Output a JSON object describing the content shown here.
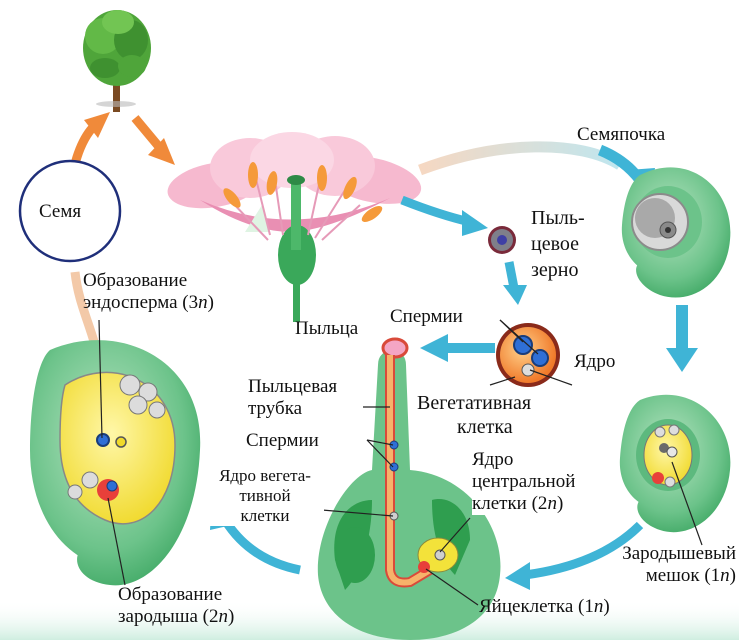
{
  "labels": {
    "seed": "Семя",
    "ovule": "Семяпочка",
    "pollen_grain": [
      "Пыль-",
      "цевое",
      "зерно"
    ],
    "pollen": "Пыльца",
    "sperm_top": "Спермии",
    "nucleus": "Ядро",
    "vegetative_cell": [
      "Вегетативная",
      "клетка"
    ],
    "endosperm": [
      "Образование",
      "эндосперма (3",
      "n",
      ")"
    ],
    "pollen_tube": [
      "Пыльцевая",
      "трубка"
    ],
    "sperm_tube": "Спермии",
    "veg_nucleus": [
      "Ядро вегета-",
      "тивной",
      "клетки"
    ],
    "central_nucleus": [
      "Ядро",
      "центральной",
      "клетки  (2",
      "n",
      ")"
    ],
    "embryo_sac": [
      "Зародышевый",
      "мешок (1",
      "n",
      ")"
    ],
    "embryo": [
      "Образование",
      "зародыша (2",
      "n",
      ")"
    ],
    "egg_cell": [
      "Яйцеклетка (1",
      "n",
      ")"
    ]
  },
  "colors": {
    "arrow_cyan": "#3fb4d6",
    "arrow_orange": "#f08a3a",
    "arrow_peach": "#f3c9a8",
    "green": "#6cc38a",
    "dark_green": "#2f9e4f",
    "yellow": "#f3e23a",
    "pink": "#f4a6c4",
    "orange": "#f5a34a",
    "circle_stroke": "#1f2f7a"
  },
  "icons": [
    "tree-icon",
    "flower-icon",
    "ovule-icon",
    "pollen-grain-icon",
    "pistil-icon",
    "seed-icon",
    "embryo-sac-icon"
  ]
}
